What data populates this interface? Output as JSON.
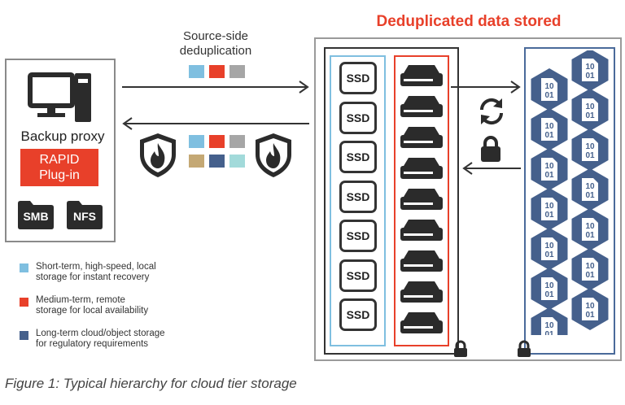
{
  "title": "Deduplicated data stored",
  "source_side": {
    "line1": "Source-side",
    "line2": "deduplication"
  },
  "proxy": {
    "label": "Backup proxy",
    "rapid_line1": "RAPID",
    "rapid_line2": "Plug-in",
    "smb": "SMB",
    "nfs": "NFS"
  },
  "ssd_label": "SSD",
  "ssd_count": 7,
  "server_count": 9,
  "hex_count": 14,
  "hex_text": {
    "line1": "10",
    "line2": "01"
  },
  "colors": {
    "accent_red": "#e8402a",
    "light_blue": "#7fbfe0",
    "navy": "#45608c",
    "grey": "#a6a6a6",
    "tan": "#c4a874",
    "teal": "#a2dada"
  },
  "legend": [
    {
      "color": "#7fbfe0",
      "line1": "Short-term, high-speed, local",
      "line2": "storage for instant recovery"
    },
    {
      "color": "#e8402a",
      "line1": "Medium-term, remote",
      "line2": "storage for local availability"
    },
    {
      "color": "#45608c",
      "line1": "Long-term cloud/object storage",
      "line2": "for regulatory requirements"
    }
  ],
  "caption": "Figure 1: Typical hierarchy for cloud tier storage"
}
